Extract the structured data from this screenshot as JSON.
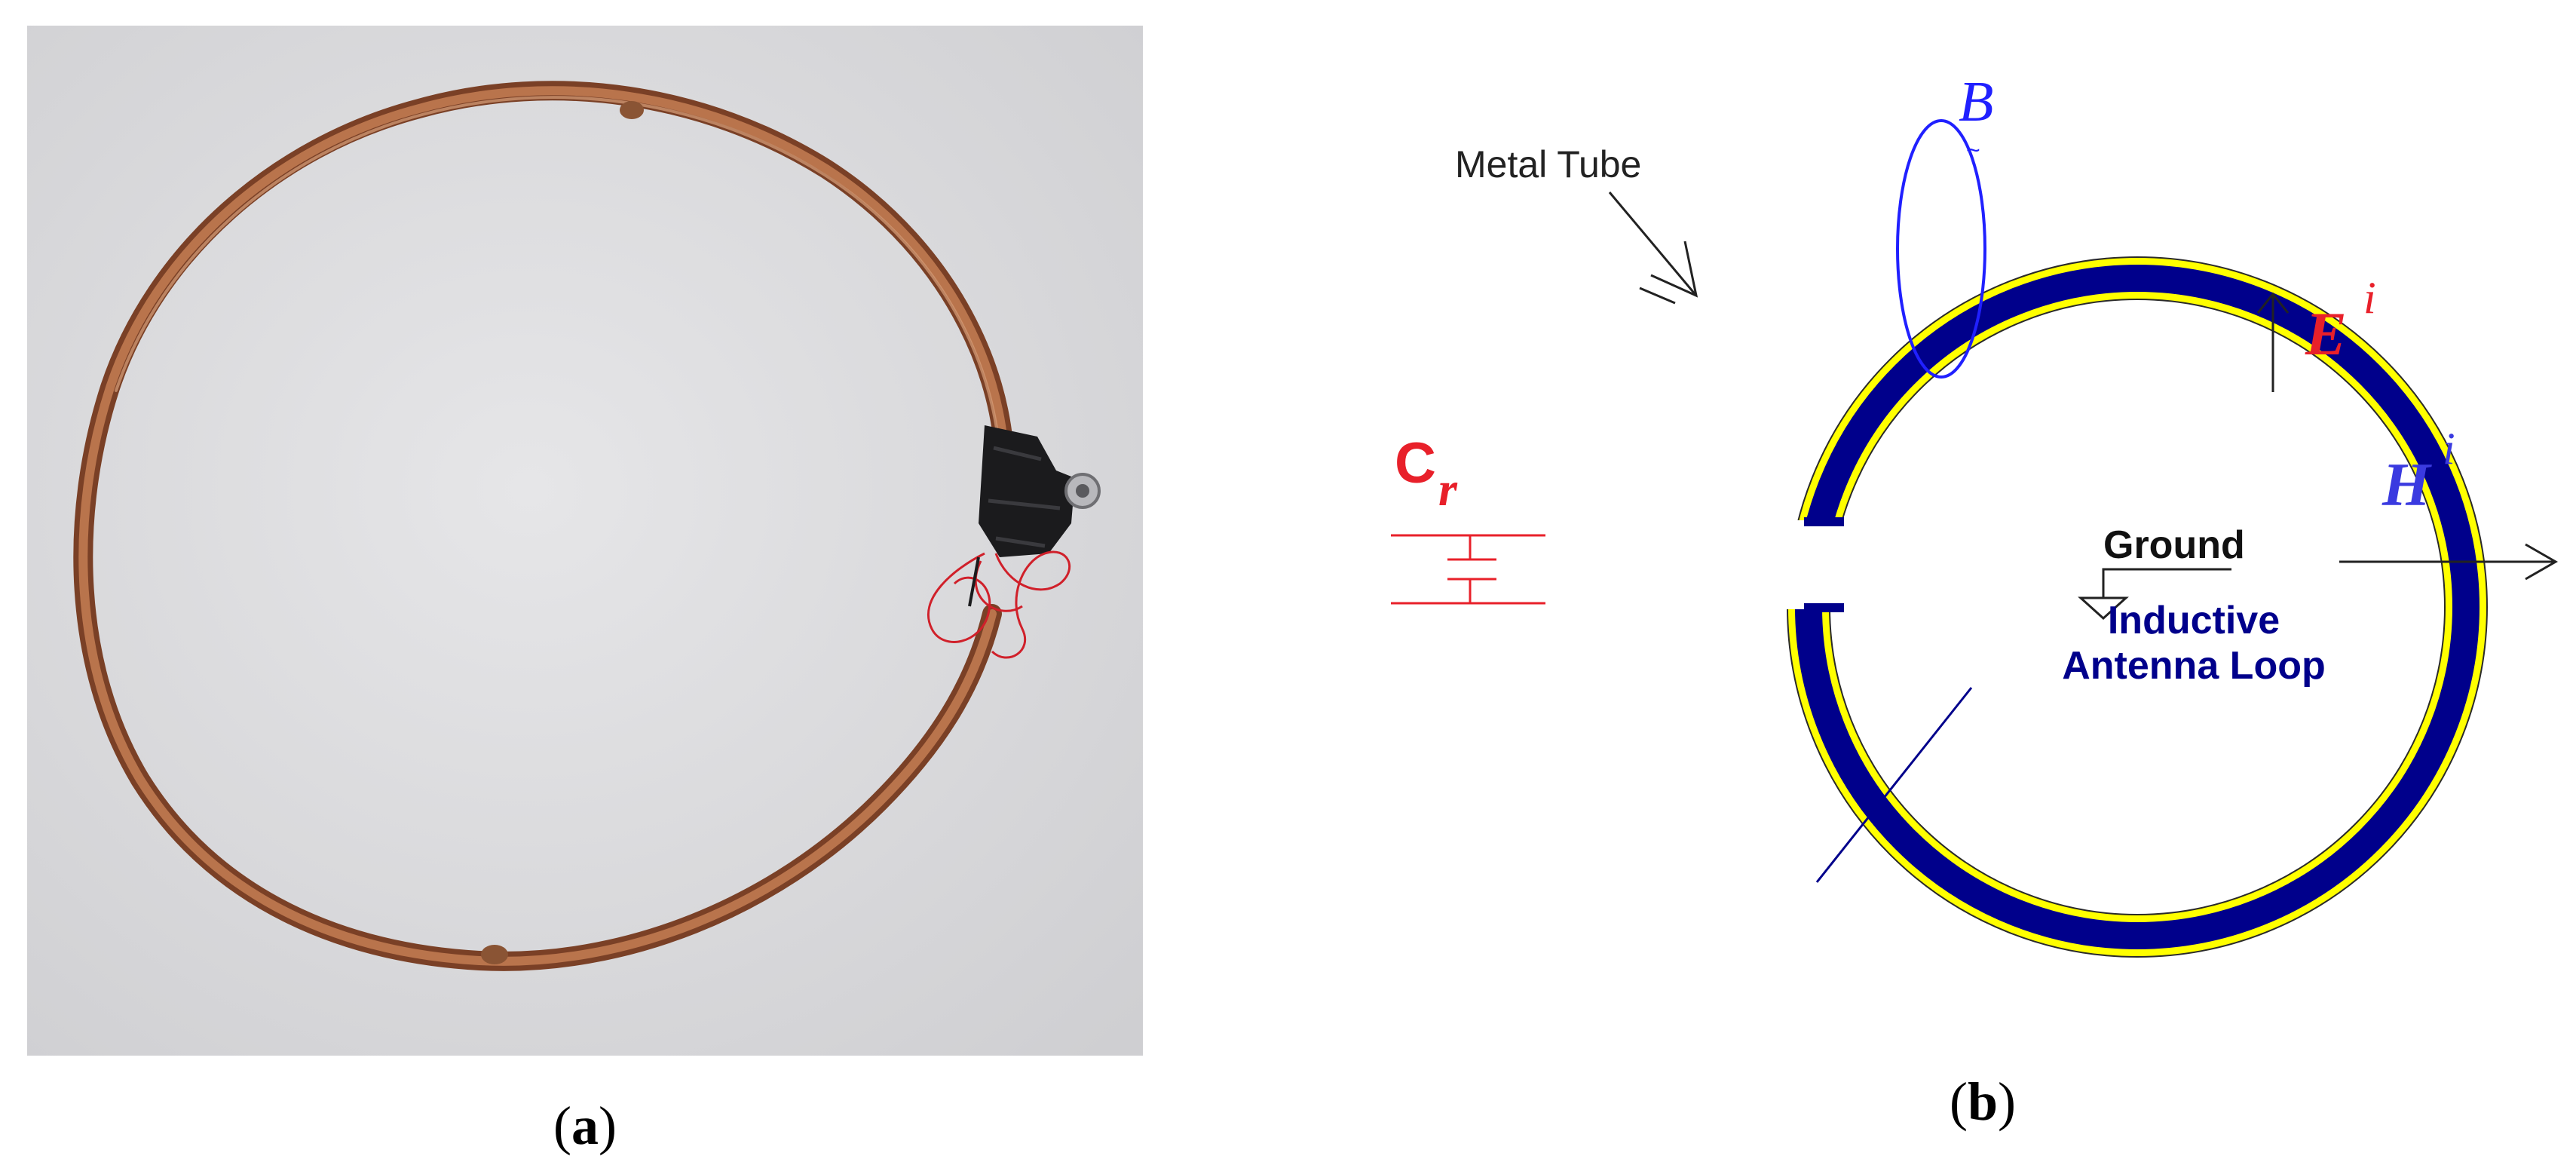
{
  "captions": {
    "a_open": "(",
    "a_letter": "a",
    "a_close": ")",
    "b_open": "(",
    "b_letter": "b",
    "b_close": ")"
  },
  "diagram": {
    "metal_tube_label": "Metal Tube",
    "b_field_label": "B",
    "b_field_tilde": "~",
    "e_field_label": "E",
    "e_field_sup": "i",
    "h_field_label": "H",
    "h_field_sup": "i",
    "capacitor_label": "C",
    "capacitor_sub": "r",
    "ground_label": "Ground",
    "inductive_line1": "Inductive",
    "inductive_line2": "Antenna Loop"
  },
  "colors": {
    "tube_yellow": "#ffff00",
    "loop_navy": "#00008b",
    "red_label": "#e8202a",
    "blue_label": "#3a3ae0",
    "photo_background": "#dcdcde",
    "copper": "#9a5a38"
  }
}
